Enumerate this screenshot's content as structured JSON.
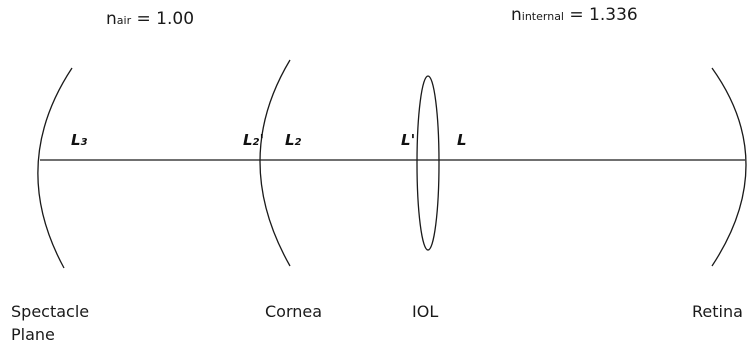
{
  "indices": {
    "air": {
      "symbol": "n",
      "sub": "air",
      "rest": " = 1.00"
    },
    "internal": {
      "symbol": "n",
      "sub": "internal",
      "rest": " = 1.336"
    }
  },
  "vergences": {
    "l3": {
      "symbol": "L",
      "sub": "3",
      "prime": ""
    },
    "l2_prime": {
      "symbol": "L",
      "sub": "2",
      "prime": "'"
    },
    "l2": {
      "symbol": "L",
      "sub": "2",
      "prime": ""
    },
    "l_prime": {
      "symbol": "L",
      "sub": "",
      "prime": "'"
    },
    "l": {
      "symbol": "L",
      "sub": "",
      "prime": ""
    }
  },
  "planes": {
    "spectacle": {
      "line1": "Spectacle",
      "line2": "Plane"
    },
    "cornea": "Cornea",
    "iol": "IOL",
    "retina": "Retina"
  },
  "colors": {
    "stroke": "#1a1a1a",
    "text": "#1a1a1a"
  }
}
